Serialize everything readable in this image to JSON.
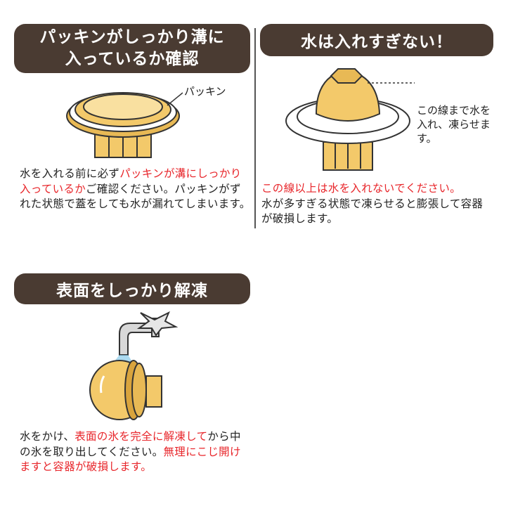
{
  "sections": [
    {
      "title_line1": "パッキンがしっかり溝に",
      "title_line2": "入っているか確認",
      "callout": "パッキン",
      "text_parts": [
        "水を入れる前に必ず",
        "パッキンが溝にしっかり入っているか",
        "ご確認ください。パッキンがずれた状態で蓋をしても水が漏れてしまいます。"
      ]
    },
    {
      "title": "水は入れすぎない！",
      "callout": "この線まで水を入れ、凍らせます。",
      "text_parts": [
        "この線以上は水を入れないでください。",
        "水が多すぎる状態で凍らせると膨張して容器が破損します。"
      ]
    },
    {
      "title": "表面をしっかり解凍",
      "text_parts": [
        "水をかけ、",
        "表面の氷を完全に解凍して",
        "から中の氷を取り出してください。",
        "無理にこじ開けますと容器が破損します。"
      ]
    }
  ],
  "colors": {
    "banner": "#4a3b32",
    "warning": "#e8262b",
    "ice": "#f3c96a",
    "ice_dark": "#d9a43d",
    "water": "#7fc6e8"
  }
}
